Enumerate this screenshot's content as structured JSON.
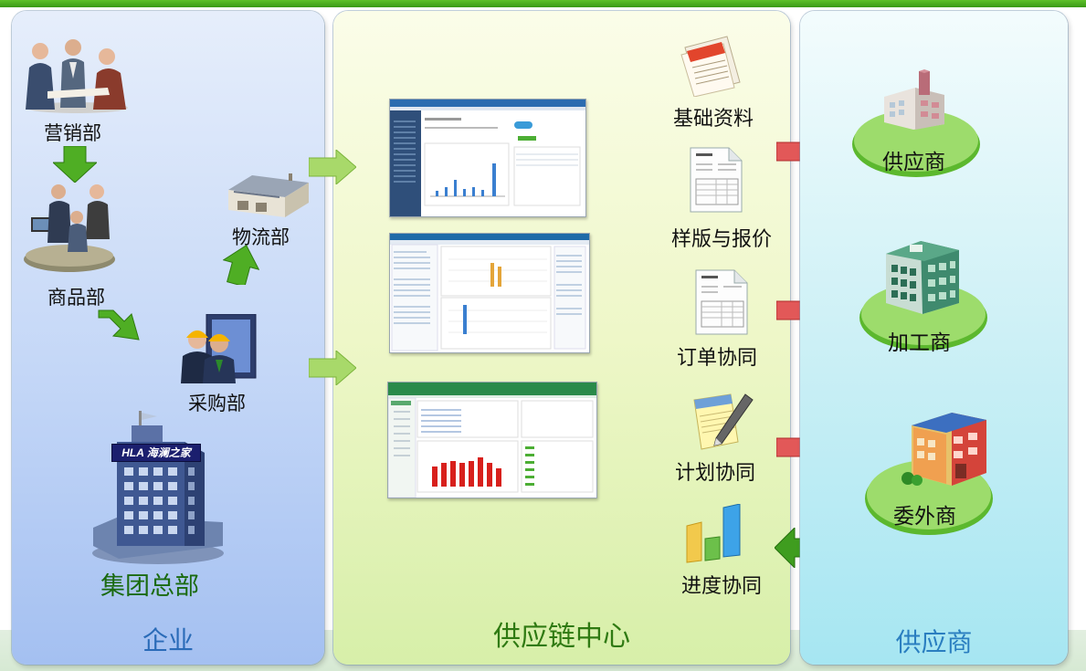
{
  "enterprise": {
    "title": "企业",
    "depts": {
      "marketing": "营销部",
      "merchandise": "商品部",
      "logistics": "物流部",
      "purchasing": "采购部",
      "hq": "集团总部"
    },
    "hq_sign": "HLA 海澜之家"
  },
  "center": {
    "title": "供应链中心",
    "modules": [
      "基础资料",
      "样版与报价",
      "订单协同",
      "计划协同",
      "进度协同"
    ]
  },
  "suppliers": {
    "title": "供应商",
    "partners": [
      "供应商",
      "加工商",
      "委外商"
    ]
  },
  "colors": {
    "left_title": "#2a6bb8",
    "mid_title": "#2f7a12",
    "right_title": "#2a7ec0",
    "arrow_green": "#4fae24",
    "arrow_red": "#e04a4a",
    "bar_red": "#d8201c",
    "bar_blue": "#3a7fd0"
  },
  "icons": [
    "meeting-people-icon",
    "office-people-icon",
    "warehouse-icon",
    "workers-icon",
    "office-building-icon",
    "readme-doc-icon",
    "invoice-icon",
    "pen-notepad-icon",
    "bar-chart-icon",
    "factory-icon"
  ]
}
